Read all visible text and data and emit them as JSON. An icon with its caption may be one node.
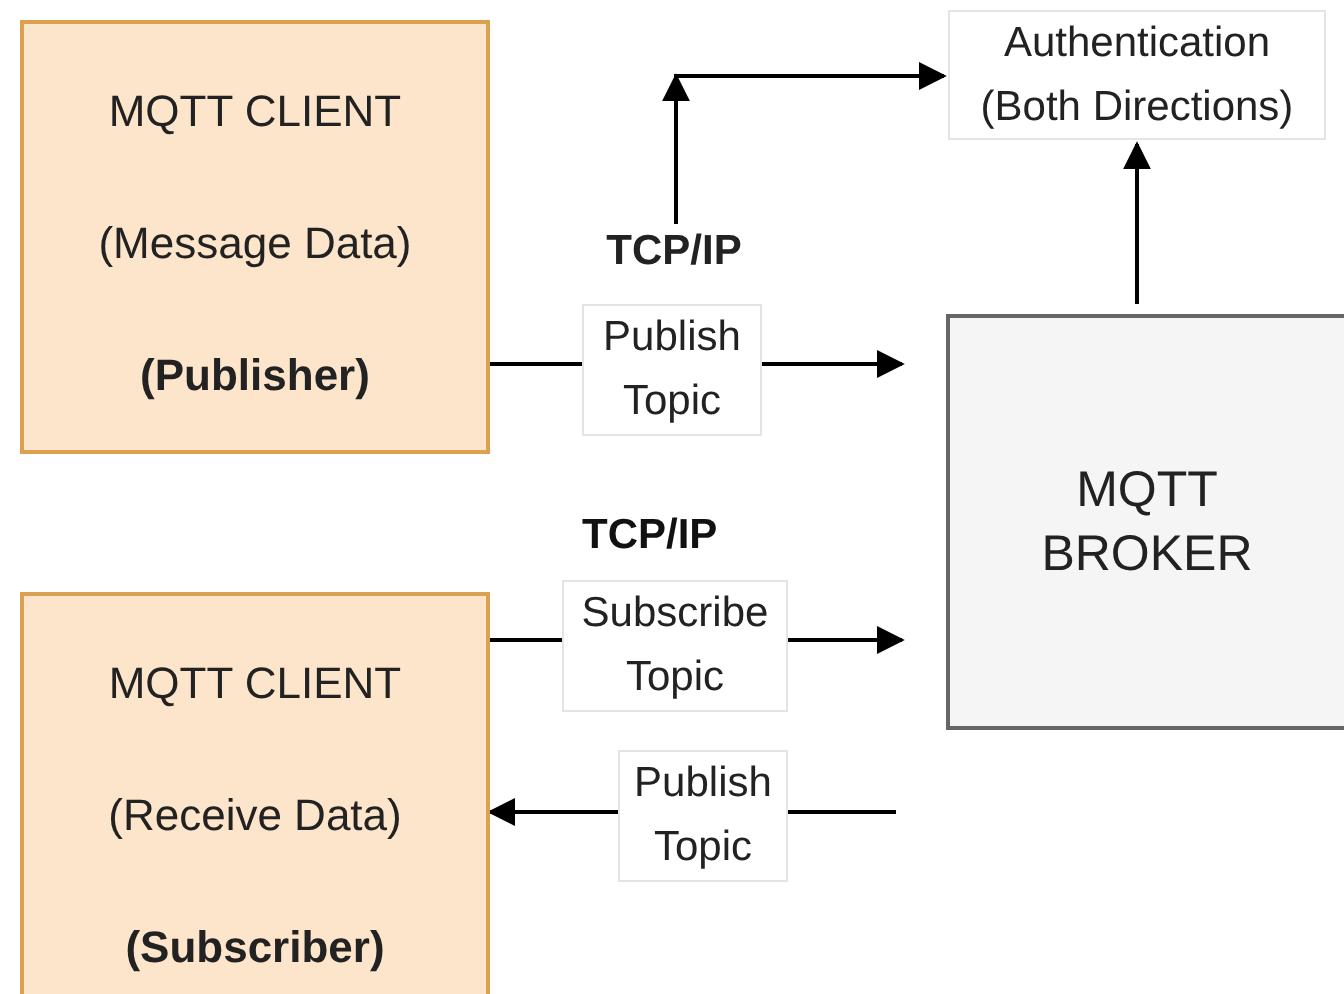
{
  "diagram": {
    "nodes": [
      {
        "text": [
          "MQTT CLIENT",
          "(Message Data)",
          "(Publisher)"
        ]
      },
      {
        "text": [
          "MQTT BROKER"
        ]
      },
      {
        "text": [
          "Authentication (Both Directions)"
        ]
      },
      {
        "text": [
          "MQTT CLIENT",
          "(Receive Data)",
          "(Subscriber)"
        ]
      },
      {
        "text": [
          "TCP/IP"
        ]
      }
    ],
    "edges": [
      {
        "from": 0,
        "to": 1,
        "arrow": "to",
        "label": "Publish Topic"
      },
      {
        "from": 3,
        "to": 1,
        "arrow": "to",
        "label": "Subscribe Topic"
      },
      {
        "from": 1,
        "to": 3,
        "arrow": "to",
        "label": "Publish Topic"
      },
      {
        "from": 1,
        "to": 2,
        "arrow": "to"
      },
      {
        "from": 4,
        "to": 2,
        "arrow": "to"
      }
    ],
    "labels": [
      "TCP/IP"
    ]
  }
}
